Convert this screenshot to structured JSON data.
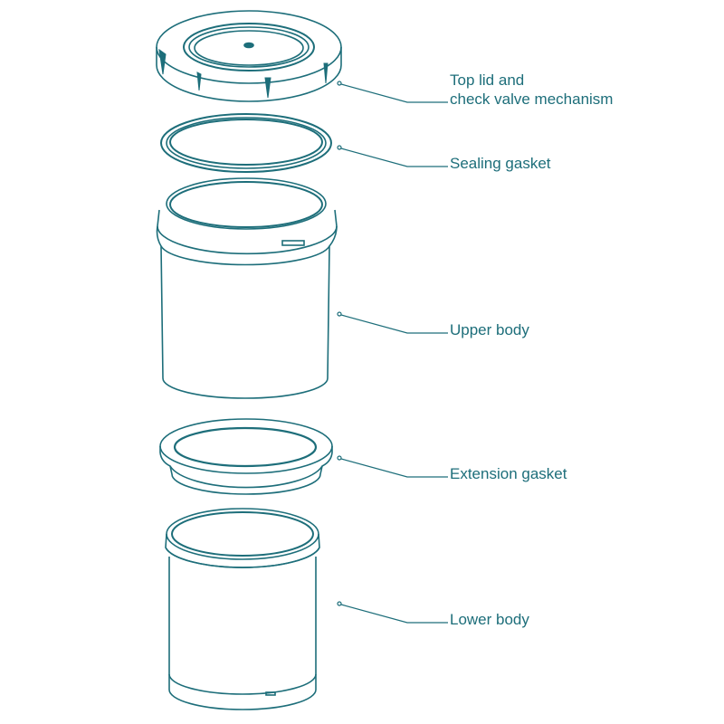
{
  "colors": {
    "line": "#1d6e7a",
    "background": "#ffffff"
  },
  "labels": {
    "top_lid_line1": "Top lid and",
    "top_lid_line2": "check valve mechanism",
    "sealing_gasket": "Sealing gasket",
    "upper_body": "Upper body",
    "extension_gasket": "Extension gasket",
    "lower_body": "Lower body"
  }
}
